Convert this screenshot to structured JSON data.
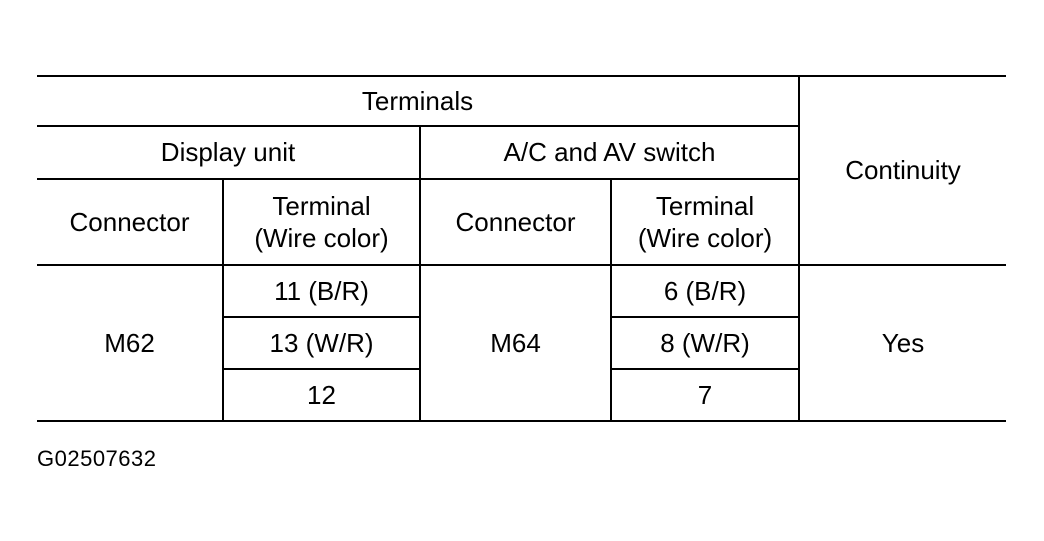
{
  "table": {
    "header_terminals": "Terminals",
    "header_continuity": "Continuity",
    "display_unit": {
      "label": "Display unit",
      "connector_label": "Connector",
      "terminal_label_line1": "Terminal",
      "terminal_label_line2": "(Wire color)",
      "connector": "M62",
      "terminals": [
        "11 (B/R)",
        "13 (W/R)",
        "12"
      ]
    },
    "switch": {
      "label": "A/C and AV switch",
      "connector_label": "Connector",
      "terminal_label_line1": "Terminal",
      "terminal_label_line2": "(Wire color)",
      "connector": "M64",
      "terminals": [
        "6 (B/R)",
        "8 (W/R)",
        "7"
      ]
    },
    "continuity_value": "Yes"
  },
  "figure_code": "G02507632"
}
